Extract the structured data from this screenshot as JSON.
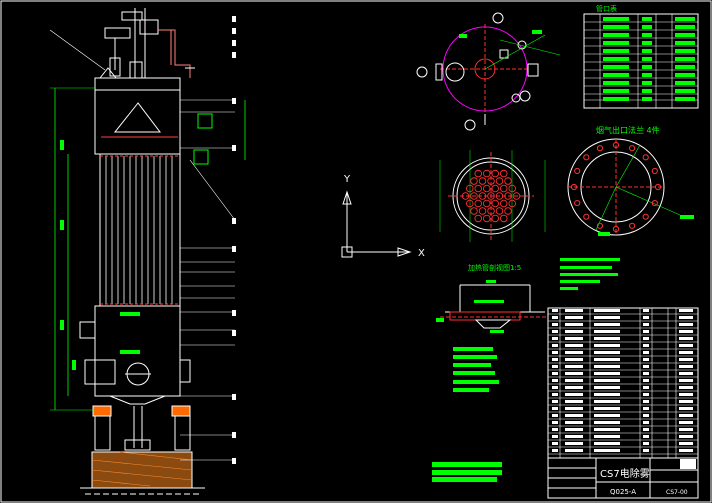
{
  "drawing": {
    "title_block_name": "CS7电除雾",
    "title_block_code": "Q025-A",
    "title_block_sheet": "CS7-00"
  },
  "views": {
    "top_view_caption": "",
    "flange_view_caption": "烟气出口法兰 4件",
    "detail_caption": "加热管剖视图1:5",
    "nozzle_table_title": "管口表"
  },
  "axes": {
    "y_label": "Y",
    "x_label": "X"
  },
  "colors": {
    "line": "#ffffff",
    "dim": "#00ff00",
    "hole": "#ff3030",
    "part": "#ff00ff",
    "bg": "#000000"
  }
}
